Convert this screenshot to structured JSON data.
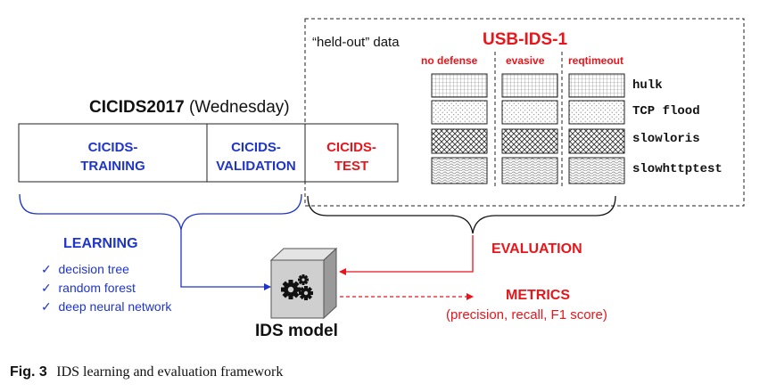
{
  "heldout_label": "“held-out” data",
  "usb_title": "USB-IDS-1",
  "usb_columns": [
    "no defense",
    "evasive",
    "reqtimeout"
  ],
  "usb_rows": [
    "hulk",
    "TCP flood",
    "slowloris",
    "slowhttptest"
  ],
  "cicids_title": "CICIDS2017",
  "cicids_subtitle": "(Wednesday)",
  "cicids_boxes": {
    "training": [
      "CICIDS-",
      "TRAINING"
    ],
    "validation": [
      "CICIDS-",
      "VALIDATION"
    ],
    "test": [
      "CICIDS-",
      "TEST"
    ]
  },
  "learning": {
    "title": "LEARNING",
    "items": [
      "decision tree",
      "random forest",
      "deep neural network"
    ],
    "check": "✓"
  },
  "evaluation_label": "EVALUATION",
  "metrics": {
    "title": "METRICS",
    "subtitle": "(precision, recall, F1 score)"
  },
  "ids_model_label": "IDS model",
  "caption": {
    "prefix": "Fig. 3",
    "text": "IDS learning and evaluation framework"
  },
  "colors": {
    "blue": "#1f35c9",
    "red": "#e8151b",
    "black": "#000000"
  },
  "icons": {
    "ids_model": "gears-icon"
  }
}
